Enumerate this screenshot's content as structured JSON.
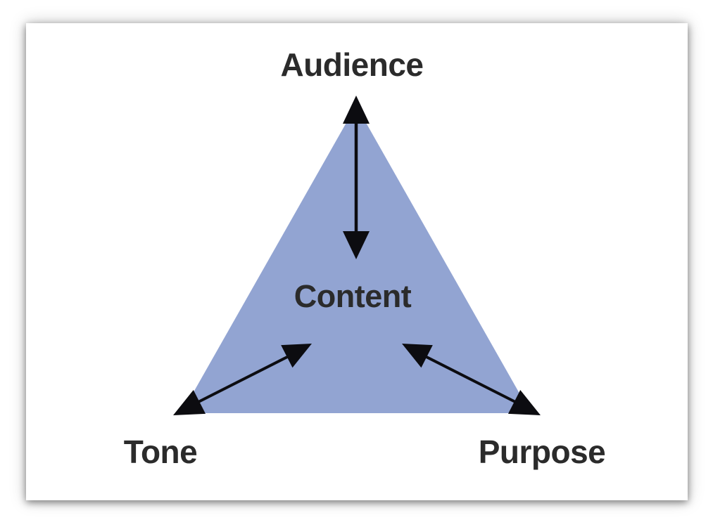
{
  "diagram": {
    "labels": {
      "top": "Audience",
      "center": "Content",
      "bottom_left": "Tone",
      "bottom_right": "Purpose"
    },
    "colors": {
      "triangle_fill": "#92a4d2",
      "arrow": "#0c0c10",
      "label_text": "#2b2b2b",
      "card_background": "#ffffff",
      "page_background": "#ffffff"
    }
  }
}
